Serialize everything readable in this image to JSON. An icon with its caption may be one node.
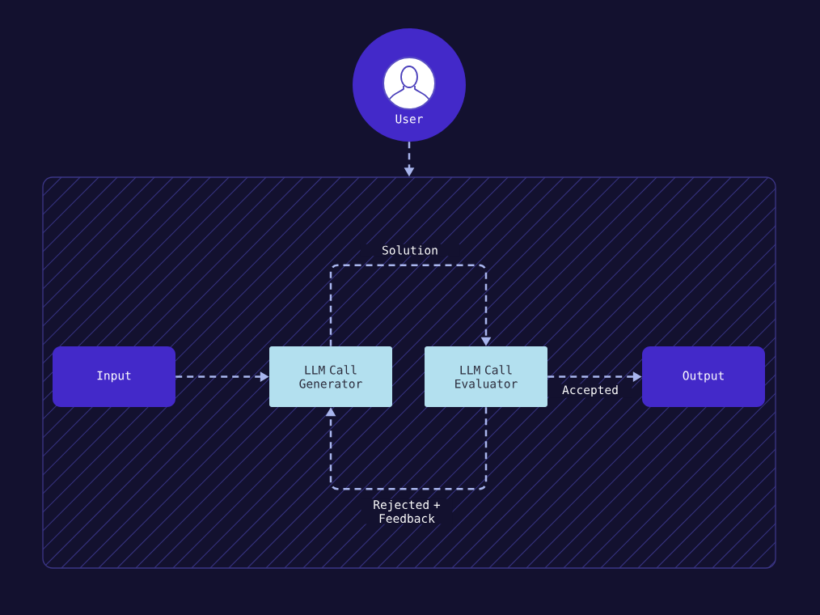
{
  "diagram": {
    "nodes": [
      {
        "text": [
          "User"
        ]
      },
      {
        "text": [],
        "shape": "box"
      },
      {
        "text": [
          "Input"
        ],
        "in": 1
      },
      {
        "text": [
          "LLM Call Generator"
        ],
        "in": 1
      },
      {
        "text": [
          "LLM Call Evaluator"
        ],
        "in": 1
      },
      {
        "text": [
          "Output"
        ],
        "in": 1
      }
    ],
    "edges": [
      {
        "from": 0,
        "to": 1,
        "arrow": "to",
        "style": "dashed"
      },
      {
        "from": 2,
        "to": 3,
        "arrow": "to",
        "style": "dashed"
      },
      {
        "from": 3,
        "to": 4,
        "arrow": "to",
        "label": "Solution",
        "style": "dashed"
      },
      {
        "from": 4,
        "to": 3,
        "arrow": "to",
        "label": "Rejected + Feedback",
        "style": "dashed"
      },
      {
        "from": 4,
        "to": 5,
        "arrow": "to",
        "label": "Accepted",
        "style": "dashed"
      }
    ]
  }
}
